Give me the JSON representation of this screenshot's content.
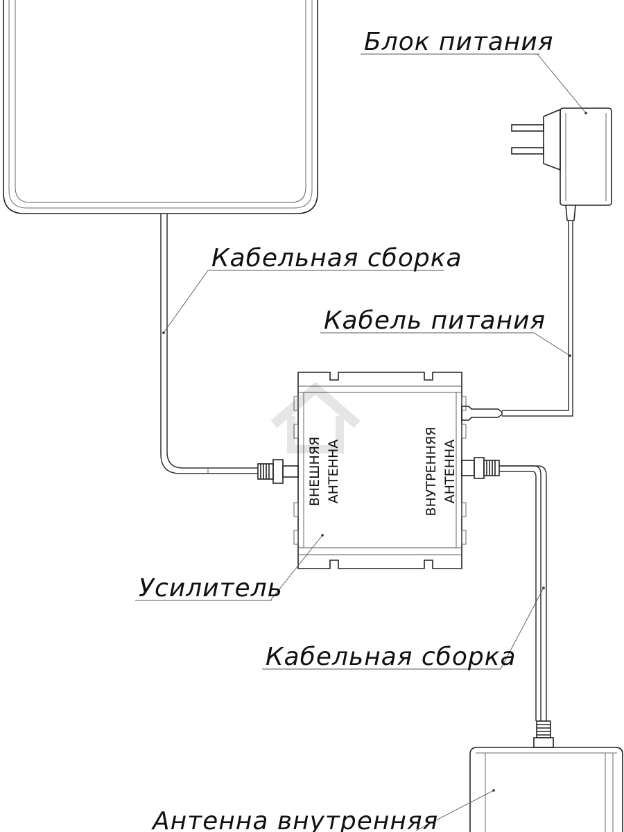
{
  "labels": {
    "power_supply": "Блок питания",
    "cable_assembly_top": "Кабельная сборка",
    "power_cable": "Кабель питания",
    "amplifier": "Усилитель",
    "cable_assembly_bottom": "Кабельная сборка",
    "indoor_antenna": "Антенна внутренняя"
  },
  "panel": {
    "external_line1": "ВНЕШНЯЯ",
    "external_line2": "АНТЕННА",
    "internal_line1": "ВНУТРЕННЯЯ",
    "internal_line2": "АНТЕННА"
  }
}
